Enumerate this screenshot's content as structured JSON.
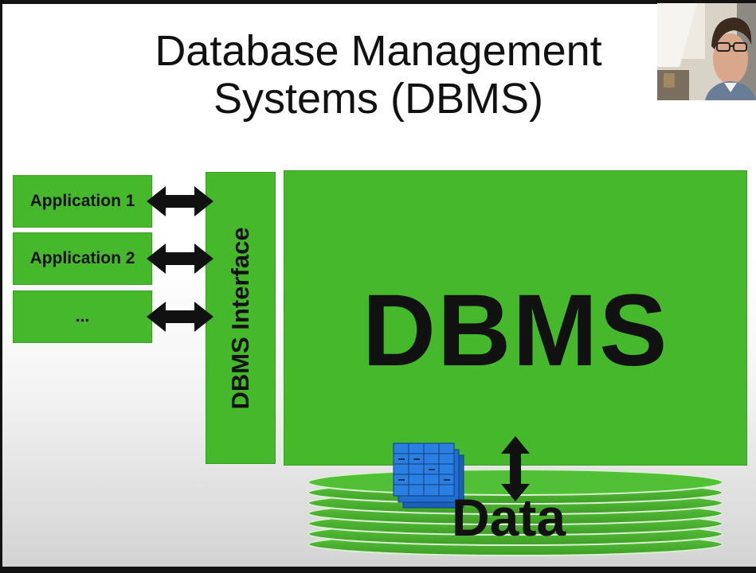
{
  "slide": {
    "title_line1": "Database Management",
    "title_line2": "Systems (DBMS)",
    "applications": [
      "Application 1",
      "Application 2",
      "..."
    ],
    "interface_label": "DBMS Interface",
    "dbms_label": "DBMS",
    "data_label": "Data"
  },
  "colors": {
    "box_green": "#45b82b",
    "text": "#111111",
    "table_blue": "#1f6fd0"
  },
  "icons": [
    "double-arrow-icon",
    "table-stack-icon",
    "disk-stack-icon",
    "vertical-arrow-icon"
  ]
}
